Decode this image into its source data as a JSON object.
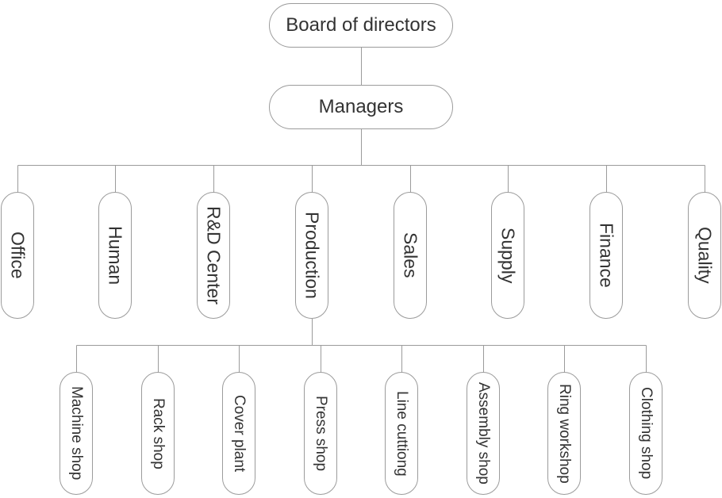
{
  "colors": {
    "background": "#ffffff",
    "node_fill": "#ffffff",
    "node_border": "#9b9b9b",
    "connector_line": "#9b9b9b",
    "text": "#333333"
  },
  "org": {
    "root": {
      "label": "Board of directors"
    },
    "manager": {
      "label": "Managers"
    },
    "departments": [
      {
        "label": "Office"
      },
      {
        "label": "Human"
      },
      {
        "label": "R&D Center"
      },
      {
        "label": "Production"
      },
      {
        "label": "Sales"
      },
      {
        "label": "Supply"
      },
      {
        "label": "Finance"
      },
      {
        "label": "Quality"
      }
    ],
    "production_units": [
      {
        "label": "Machine shop"
      },
      {
        "label": "Rack shop"
      },
      {
        "label": "Cover plant"
      },
      {
        "label": "Press shop"
      },
      {
        "label": "Line cuttiong"
      },
      {
        "label": "Assembly shop"
      },
      {
        "label": "Ring workshop"
      },
      {
        "label": "Clothing shop"
      }
    ]
  }
}
